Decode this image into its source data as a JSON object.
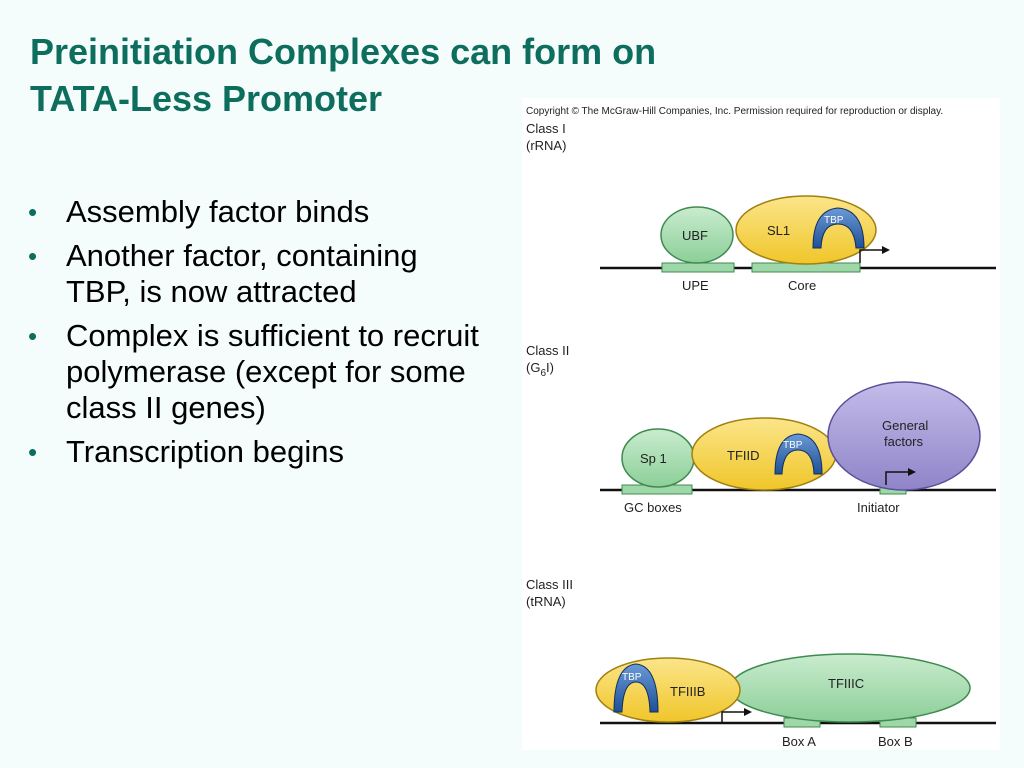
{
  "slide": {
    "title_line1": "Preinitiation Complexes can form on",
    "title_line2": "TATA-Less Promoter",
    "bullets": [
      "Assembly factor binds",
      "Another factor, containing TBP, is now attracted",
      "Complex is sufficient to recruit polymerase (except for some class II genes)",
      "Transcription begins"
    ],
    "bullet_glyph": "•"
  },
  "figure": {
    "copyright": "Copyright © The McGraw-Hill Companies, Inc. Permission required for reproduction or display.",
    "class1": {
      "label_a": "Class I",
      "label_b": "(rRNA)",
      "ubf": "UBF",
      "sl1": "SL1",
      "tbp": "TBP",
      "upe": "UPE",
      "core": "Core"
    },
    "class2": {
      "label_a": "Class II",
      "label_b_prefix": "(G",
      "label_b_sub": "6",
      "label_b_suffix": "I)",
      "sp1": "Sp 1",
      "tfiid": "TFIID",
      "tbp": "TBP",
      "general_a": "General",
      "general_b": "factors",
      "gc_boxes": "GC boxes",
      "initiator": "Initiator"
    },
    "class3": {
      "label_a": "Class III",
      "label_b": "(tRNA)",
      "tbp": "TBP",
      "tfiiib": "TFIIIB",
      "tfiiic": "TFIIIC",
      "box_a": "Box A",
      "box_b": "Box B"
    },
    "colors": {
      "title": "#0e6e5e",
      "green_factor": "#a8dcb0",
      "yellow_factor": "#f5d347",
      "purple_factor": "#a89ed8",
      "tbp_blue": "#2a5ea8",
      "promoter_box": "#9fd8a8"
    }
  }
}
